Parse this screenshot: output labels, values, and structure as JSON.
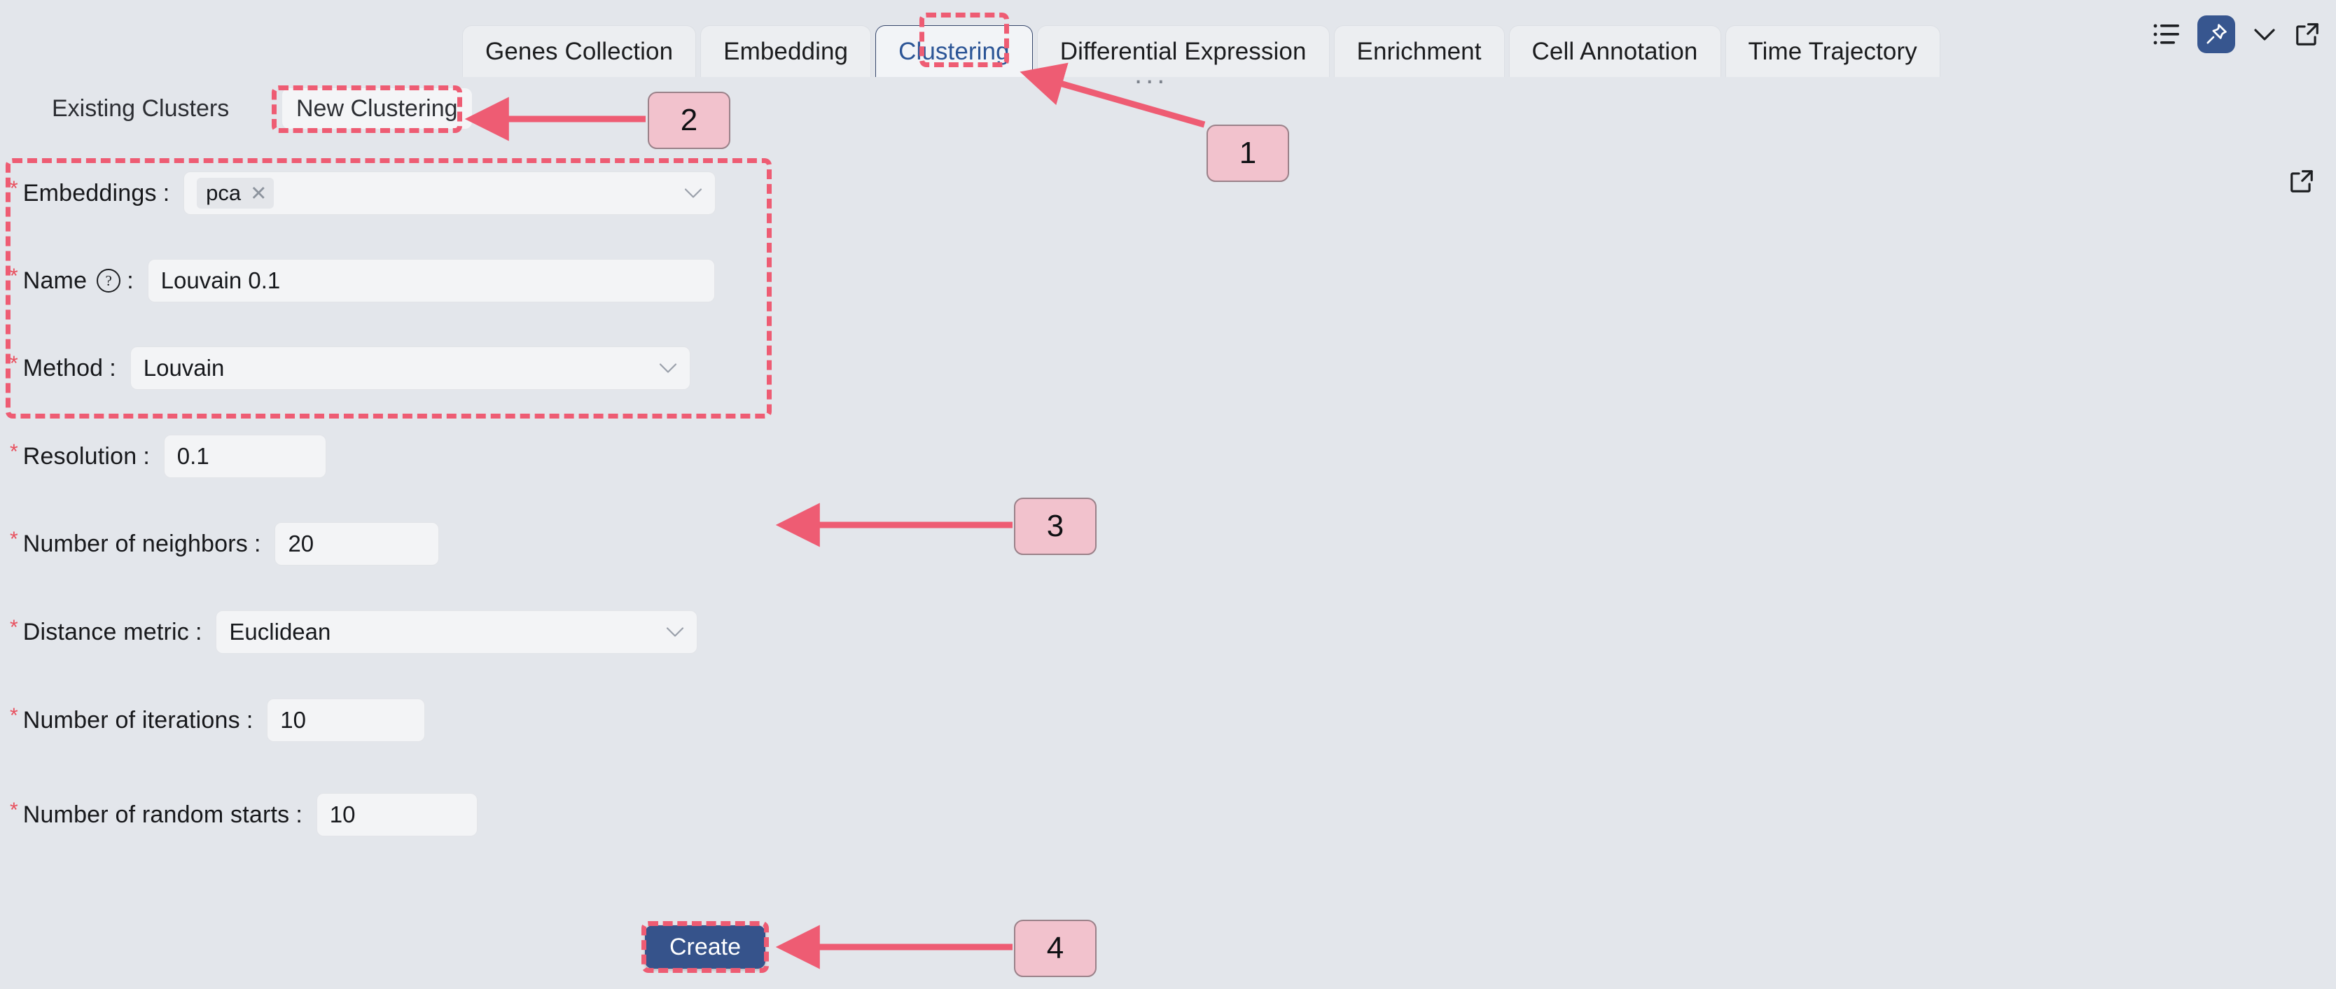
{
  "tabs": {
    "items": [
      {
        "label": "Genes Collection",
        "active": false
      },
      {
        "label": "Embedding",
        "active": false
      },
      {
        "label": "Clustering",
        "active": true
      },
      {
        "label": "Differential Expression",
        "active": false
      },
      {
        "label": "Enrichment",
        "active": false
      },
      {
        "label": "Cell Annotation",
        "active": false
      },
      {
        "label": "Time Trajectory",
        "active": false
      }
    ],
    "overflow_indicator": "...",
    "icons": [
      {
        "name": "list-view-icon",
        "label": "List view"
      },
      {
        "name": "pin-icon",
        "label": "Pin",
        "active": true,
        "color": "#37568f"
      },
      {
        "name": "chevron-down-icon",
        "label": "More"
      },
      {
        "name": "external-link-icon",
        "label": "Open in new window"
      }
    ]
  },
  "subtabs": {
    "items": [
      {
        "label": "Existing Clusters",
        "active": false
      },
      {
        "label": "New Clustering",
        "active": true
      }
    ],
    "page_action": {
      "name": "external-link-icon",
      "label": "Open in new window"
    }
  },
  "form": {
    "fields": [
      {
        "key": "embeddings",
        "label": "Embeddings",
        "required": true,
        "type": "multiselect",
        "tags": [
          "pca"
        ],
        "value": "",
        "placeholder": ""
      },
      {
        "key": "name",
        "label": "Name",
        "required": true,
        "help": "?",
        "type": "text",
        "value": "Louvain 0.1",
        "placeholder": ""
      },
      {
        "key": "method",
        "label": "Method",
        "required": true,
        "type": "select",
        "value": "Louvain"
      },
      {
        "key": "resolution",
        "label": "Resolution",
        "required": true,
        "type": "number",
        "value": "0.1"
      },
      {
        "key": "neighbors",
        "label": "Number of neighbors",
        "required": true,
        "type": "number",
        "value": "20"
      },
      {
        "key": "distance",
        "label": "Distance metric",
        "required": true,
        "type": "select",
        "value": "Euclidean"
      },
      {
        "key": "iterations",
        "label": "Number of iterations",
        "required": true,
        "type": "number",
        "value": "10"
      },
      {
        "key": "starts",
        "label": "Number of random starts",
        "required": true,
        "type": "number",
        "value": "10"
      }
    ],
    "required_marker": "*",
    "colon": ":",
    "submit_label": "Create"
  },
  "annotations": {
    "accent_color": "#ee5c73",
    "badge_bg": "#f2c2cd",
    "steps": [
      {
        "number": "1",
        "target": "clustering-tab"
      },
      {
        "number": "2",
        "target": "new-clustering-subtab"
      },
      {
        "number": "3",
        "target": "clustering-form-panel"
      },
      {
        "number": "4",
        "target": "create-button"
      }
    ]
  }
}
